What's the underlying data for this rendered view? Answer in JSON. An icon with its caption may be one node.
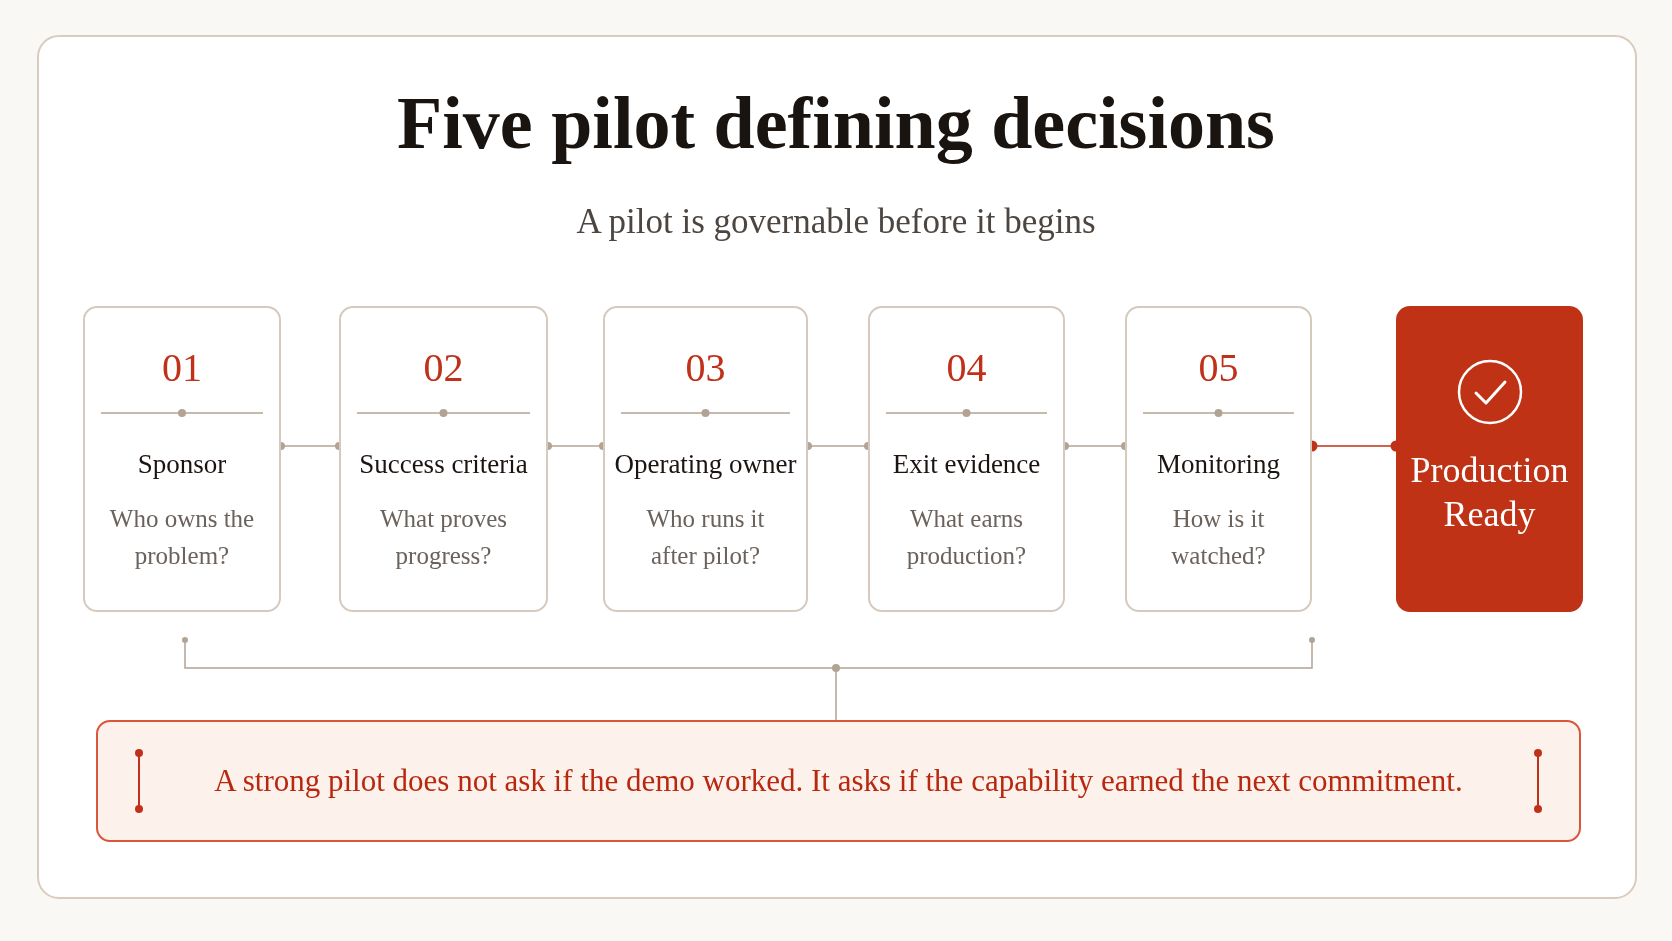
{
  "diagram": {
    "title": "Five pilot defining decisions",
    "nodes": [
      {
        "text": [
          "01",
          "Sponsor",
          "Who owns the problem?"
        ]
      },
      {
        "text": [
          "02",
          "Success criteria",
          "What proves progress?"
        ]
      },
      {
        "text": [
          "03",
          "Operating owner",
          "Who runs it after pilot?"
        ]
      },
      {
        "text": [
          "04",
          "Exit evidence",
          "What earns production?"
        ]
      },
      {
        "text": [
          "05",
          "Monitoring",
          "How is it watched?"
        ]
      },
      {
        "text": [
          "Production Ready"
        ]
      },
      {
        "text": [
          "A strong pilot does not ask if the demo worked. It asks if the capability earned the next commitment."
        ]
      }
    ],
    "edges": [
      {
        "from": 0,
        "to": 1,
        "arrow": "other"
      },
      {
        "from": 1,
        "to": 2,
        "arrow": "other"
      },
      {
        "from": 2,
        "to": 3,
        "arrow": "other"
      },
      {
        "from": 3,
        "to": 4,
        "arrow": "other"
      },
      {
        "from": 4,
        "to": 5,
        "arrow": "other",
        "color": "#c0311a"
      }
    ],
    "labels": [
      "A pilot is governable before it begins"
    ]
  }
}
